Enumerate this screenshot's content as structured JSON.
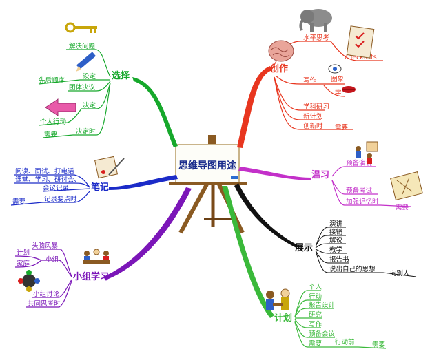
{
  "center": {
    "title": "思维导图用途"
  },
  "colors": {
    "creation": "#e8361f",
    "choice": "#16a82b",
    "notes": "#1b2bc8",
    "review": "#c330c9",
    "show": "#111111",
    "plan": "#3ab93a",
    "group": "#7b16b8",
    "center_text": "#1a2c8c"
  },
  "branches": {
    "creation": {
      "label": "创作",
      "items": [
        "水平思考",
        "checklists",
        "写作",
        "图象",
        "字",
        "学科研习",
        "新计划",
        "创新时",
        "需要"
      ]
    },
    "choice": {
      "label": "选择",
      "items": [
        "解决问题",
        "先后顺序",
        "设定",
        "团体决议",
        "决定",
        "个人行动",
        "需要",
        "决定时"
      ]
    },
    "notes": {
      "label": "笔记",
      "items": [
        "阅读、面试、打电话",
        "课堂、学习、研讨会、",
        "会议记录",
        "需要",
        "记录要点时"
      ]
    },
    "review": {
      "label": "温习",
      "items": [
        "预备演说",
        "预备考试",
        "加强记忆时",
        "需要"
      ]
    },
    "show": {
      "label": "展示",
      "items": [
        "演讲",
        "接销",
        "解说",
        "教学",
        "报告书",
        "说出自己的思想",
        "向别人"
      ]
    },
    "plan": {
      "label": "计划",
      "items": [
        "个人",
        "行动",
        "报告设计",
        "研究",
        "写作",
        "预备会议",
        "需要",
        "行动前",
        "需要"
      ]
    },
    "group": {
      "label": "小组学习",
      "items": [
        "头脑风暴",
        "计划",
        "家庭",
        "小组",
        "小组讨论",
        "共同思考时"
      ]
    }
  },
  "icons": [
    "key-icon",
    "pencil-icon",
    "arrow-icon",
    "brain-icon",
    "elephant-icon",
    "checklist-icon",
    "eye-icon",
    "lips-icon",
    "easel-icon",
    "quill-icon",
    "presenter-icon",
    "paper-icon",
    "meeting-icon",
    "compass-icon",
    "handshake-icon"
  ]
}
